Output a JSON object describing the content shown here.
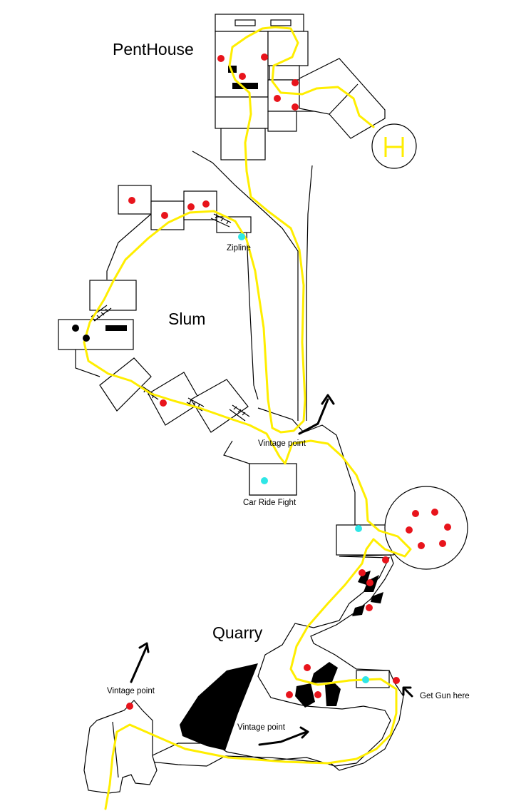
{
  "map": {
    "areas": {
      "penthouse": "PentHouse",
      "slum": "Slum",
      "quarry": "Quarry"
    },
    "points_of_interest": {
      "zipline": "Zipline",
      "vantage_top": "Vintage point",
      "car_ride_fight": "Car Ride Fight",
      "vantage_left": "Vintage point",
      "vantage_bottom": "Vintage point",
      "get_gun": "Get Gun here"
    },
    "helipad_symbol": "H",
    "legend_colors": {
      "route": "#ffee00",
      "enemy": "#e8141c",
      "objective": "#2ee6e6",
      "walls": "#000000"
    },
    "marker_types": [
      "enemy-marker",
      "objective-marker"
    ]
  }
}
